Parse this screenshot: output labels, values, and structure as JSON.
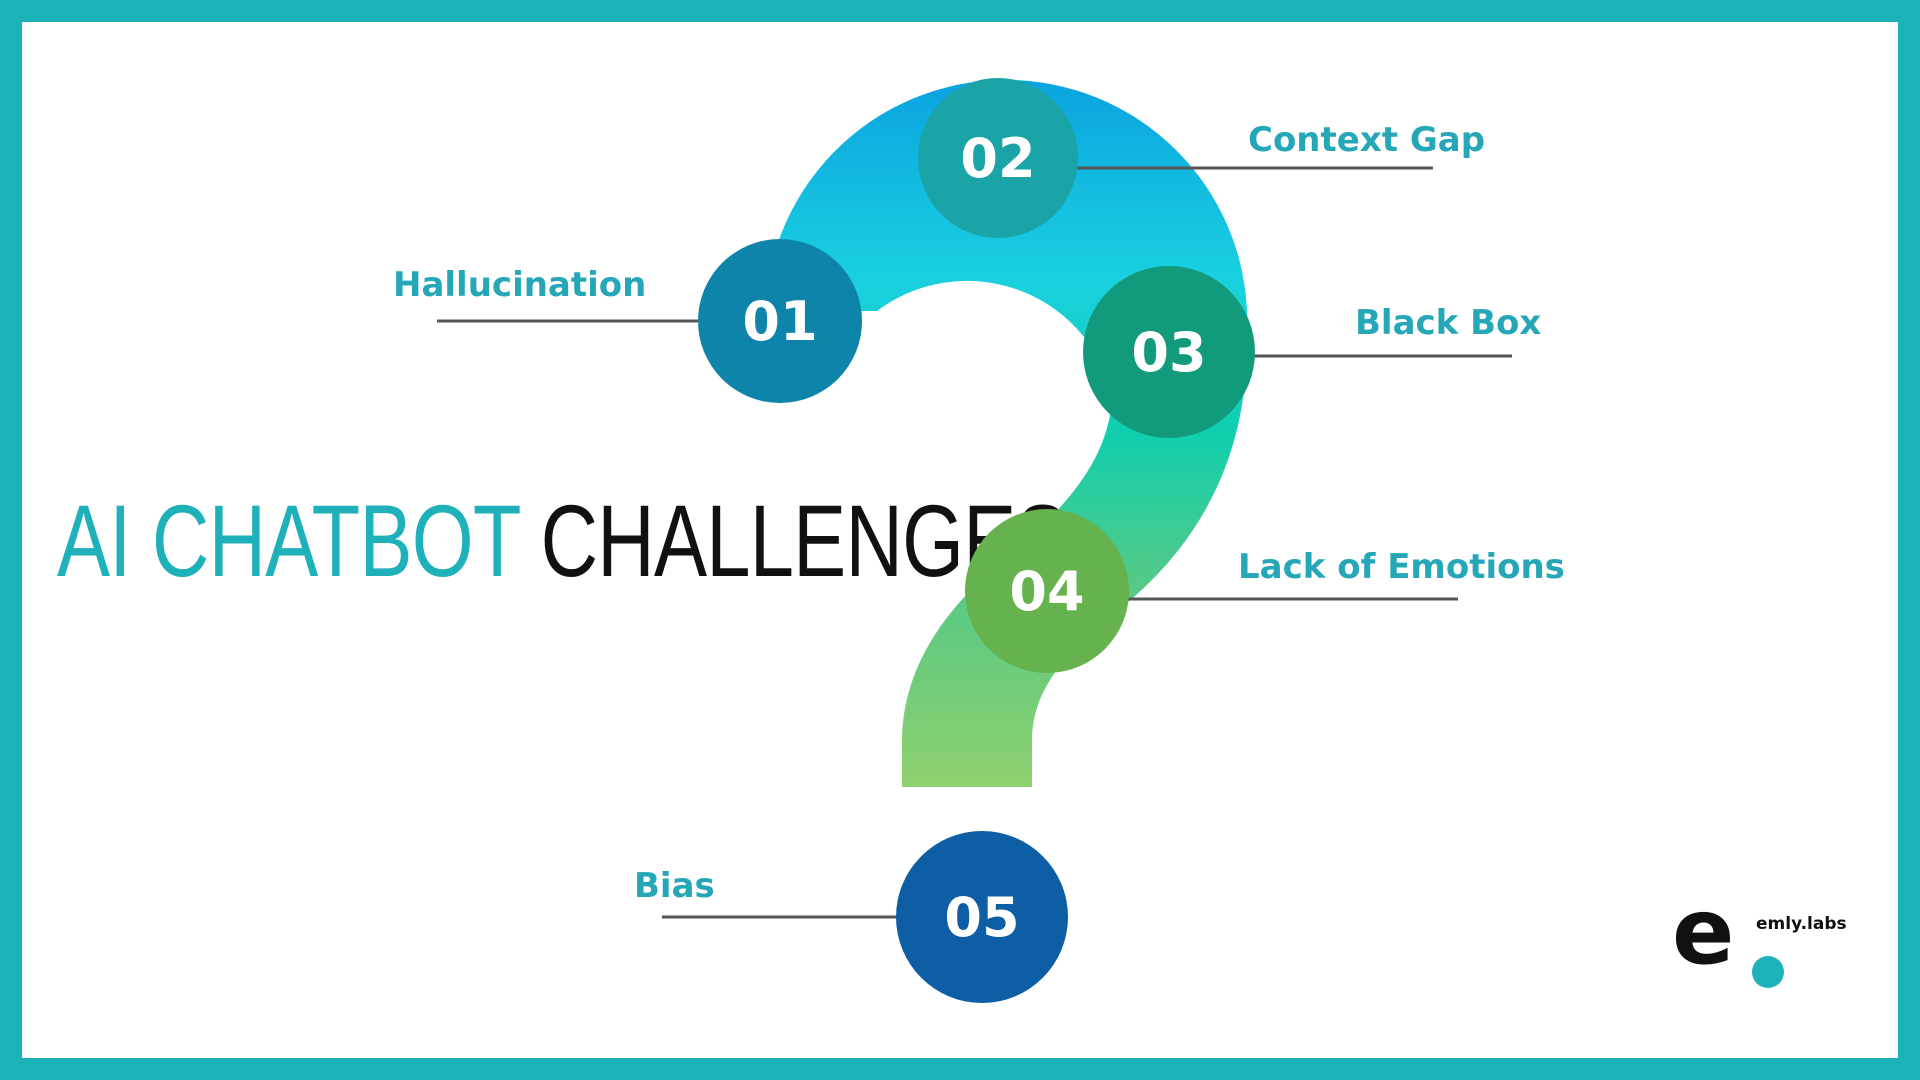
{
  "title": {
    "part1": "AI CHATBOT",
    "part2": "CHALLENGES"
  },
  "challenges": [
    {
      "number": "01",
      "label": "Hallucination"
    },
    {
      "number": "02",
      "label": "Context Gap"
    },
    {
      "number": "03",
      "label": "Black Box"
    },
    {
      "number": "04",
      "label": "Lack of Emotions"
    },
    {
      "number": "05",
      "label": "Bias"
    }
  ],
  "logo": {
    "mark": "e",
    "text": "emly.labs"
  },
  "colors": {
    "border": "#1db3b9",
    "title_accent": "#1fb1ba",
    "label": "#26a7b8",
    "node_01": "#0f84aa",
    "node_02": "#1aa4a8",
    "node_03": "#129a7c",
    "node_04": "#66b24e",
    "node_05": "#0e5ea5"
  }
}
